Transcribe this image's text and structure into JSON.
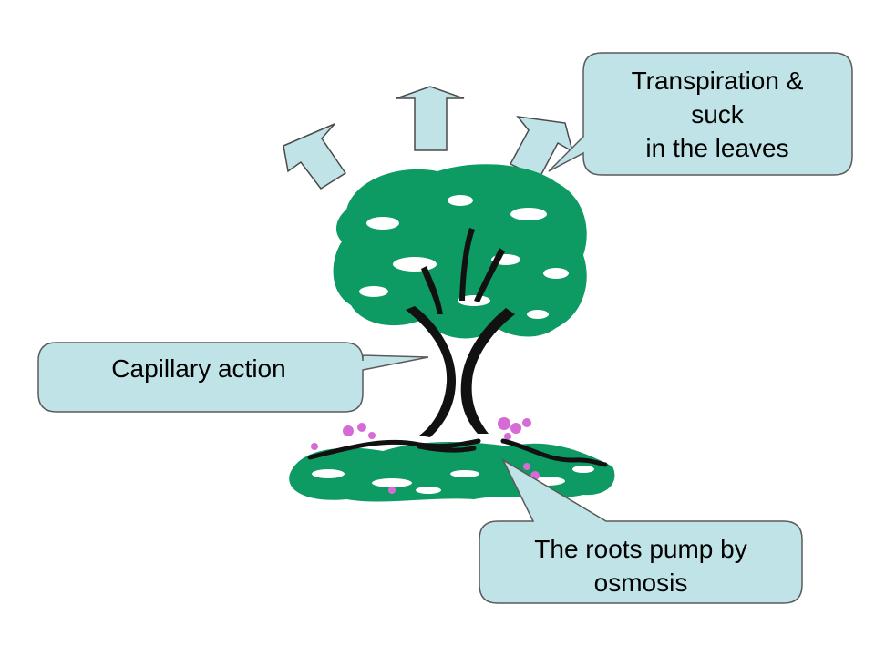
{
  "colors": {
    "callout_fill": "#BFE3E6",
    "callout_stroke": "#5A5A5A",
    "arrow_fill": "#BFE3E6",
    "foliage": "#0E9A63",
    "trunk": "#111111",
    "flowers": "#D66BD6"
  },
  "callouts": {
    "transpiration": {
      "lines": [
        "Transpiration &",
        "suck",
        "in the leaves"
      ]
    },
    "capillary": {
      "lines": [
        "Capillary action"
      ]
    },
    "roots": {
      "lines": [
        "The roots pump by",
        "osmosis"
      ]
    }
  },
  "icons": {
    "up_arrows": [
      "arrow-up-left-icon",
      "arrow-up-icon",
      "arrow-up-right-icon"
    ],
    "tree": "tree-icon"
  }
}
